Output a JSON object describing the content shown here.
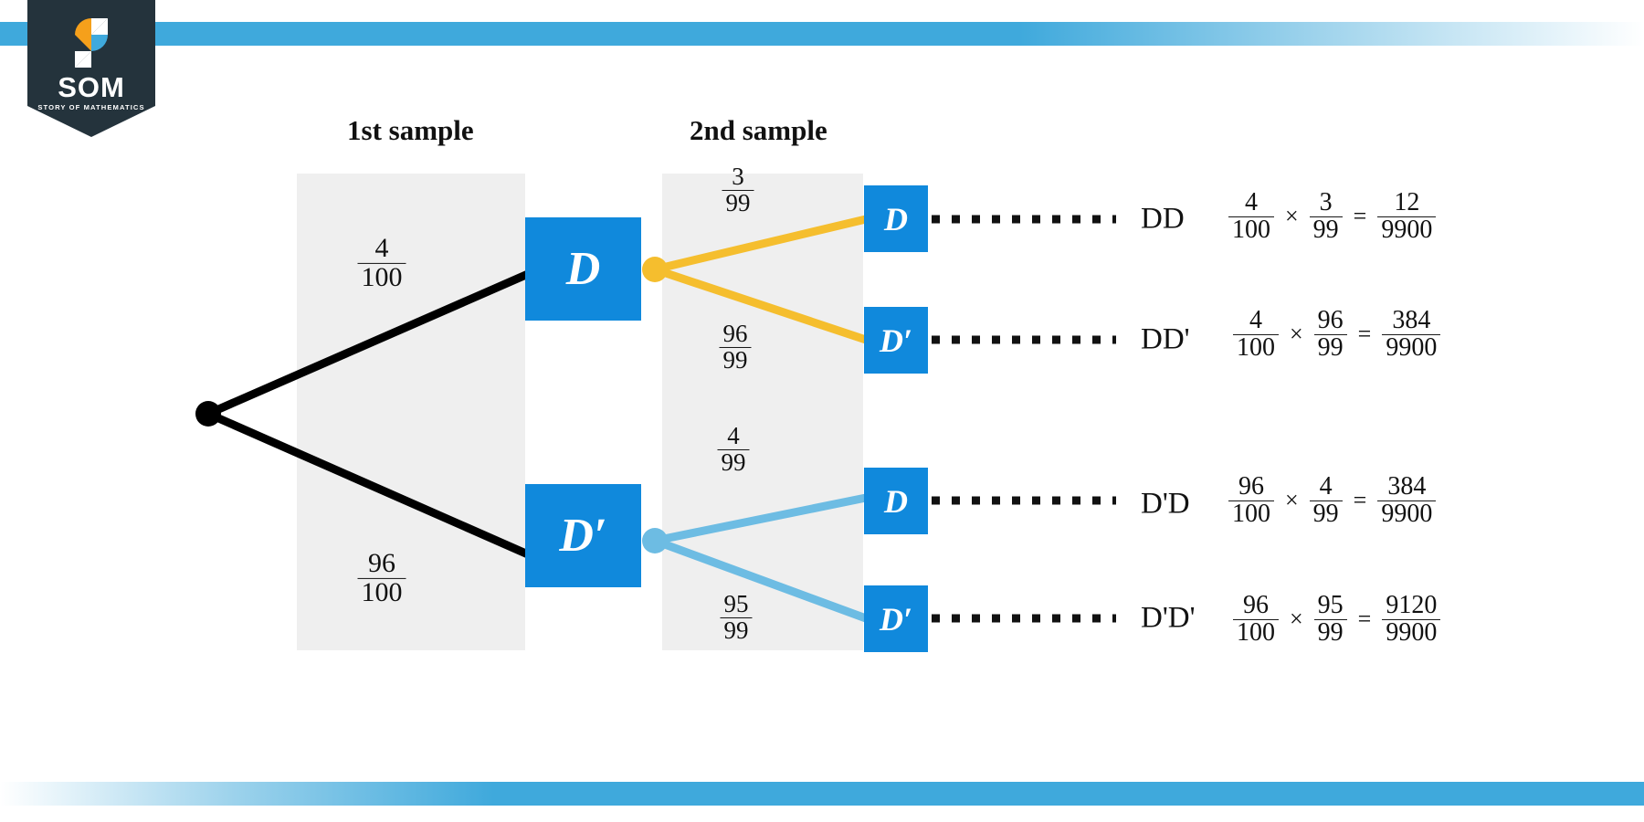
{
  "brand": {
    "name": "SOM",
    "tagline": "STORY OF MATHEMATICS",
    "badge_color": "#24333C",
    "accent_orange": "#F5A01B",
    "accent_blue": "#3FA9DC"
  },
  "stripes": {
    "top_color": "#3FA9DC",
    "bottom_color": "#3FA9DC"
  },
  "chart_data": {
    "type": "diagram",
    "subtype": "probability-tree",
    "title": "",
    "columns": [
      {
        "label": "1st sample"
      },
      {
        "label": "2nd sample"
      }
    ],
    "root": {
      "shape": "dot",
      "color": "#000000"
    },
    "level1": [
      {
        "id": "D",
        "node_label": "D",
        "branch_fraction": {
          "num": "4",
          "den": "100"
        },
        "branch_color": "#111111",
        "junction_color": "#F5BE2E"
      },
      {
        "id": "Dp",
        "node_label": "D′",
        "branch_fraction": {
          "num": "96",
          "den": "100"
        },
        "branch_color": "#111111",
        "junction_color": "#6DBCE3"
      }
    ],
    "level2": [
      {
        "parent": "D",
        "node_label": "D",
        "branch_fraction": {
          "num": "3",
          "den": "99"
        },
        "branch_color": "#F5BE2E"
      },
      {
        "parent": "D",
        "node_label": "D′",
        "branch_fraction": {
          "num": "96",
          "den": "99"
        },
        "branch_color": "#F5BE2E"
      },
      {
        "parent": "Dp",
        "node_label": "D",
        "branch_fraction": {
          "num": "4",
          "den": "99"
        },
        "branch_color": "#6DBCE3"
      },
      {
        "parent": "Dp",
        "node_label": "D′",
        "branch_fraction": {
          "num": "95",
          "den": "99"
        },
        "branch_color": "#6DBCE3"
      }
    ],
    "outcomes": [
      {
        "label": "DD",
        "first": {
          "num": "4",
          "den": "100"
        },
        "second": {
          "num": "3",
          "den": "99"
        },
        "result": {
          "num": "12",
          "den": "9900"
        },
        "times": "×",
        "equals": "="
      },
      {
        "label": "DD'",
        "first": {
          "num": "4",
          "den": "100"
        },
        "second": {
          "num": "96",
          "den": "99"
        },
        "result": {
          "num": "384",
          "den": "9900"
        },
        "times": "×",
        "equals": "="
      },
      {
        "label": "D'D",
        "first": {
          "num": "96",
          "den": "100"
        },
        "second": {
          "num": "4",
          "den": "99"
        },
        "result": {
          "num": "384",
          "den": "9900"
        },
        "times": "×",
        "equals": "="
      },
      {
        "label": "D'D'",
        "first": {
          "num": "96",
          "den": "100"
        },
        "second": {
          "num": "95",
          "den": "99"
        },
        "result": {
          "num": "9120",
          "den": "9900"
        },
        "times": "×",
        "equals": "="
      }
    ],
    "node_box_color": "#1089DC",
    "band_color": "#EFEFEF",
    "connector_style": "dotted"
  }
}
